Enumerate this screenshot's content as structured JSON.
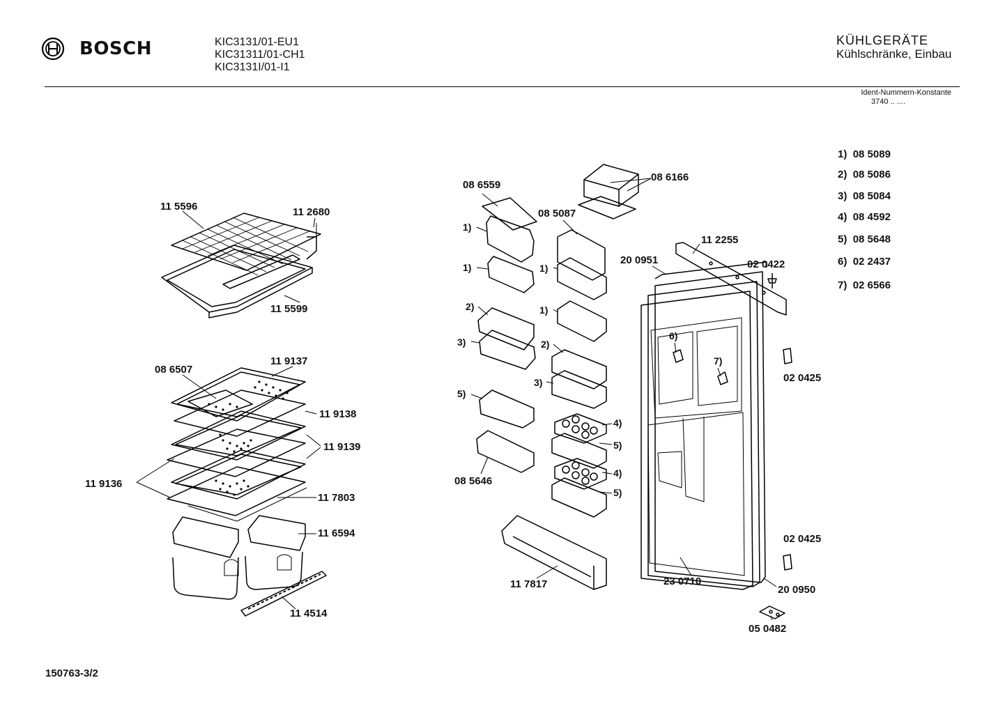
{
  "header": {
    "brand": "BOSCH",
    "models": [
      "KIC3131/01-EU1",
      "KIC31311/01-CH1",
      "KIC3131I/01-I1"
    ],
    "category_title": "KÜHLGERÄTE",
    "category_subtitle": "Kühlschränke, Einbau",
    "ident_label": "Ident-Nummern-Konstante",
    "ident_value": "3740  ..  ...."
  },
  "icons": {
    "brand_logo": "bosch-armature-icon"
  },
  "legend": [
    {
      "key": "1)",
      "part": "08 5089"
    },
    {
      "key": "2)",
      "part": "08 5086"
    },
    {
      "key": "3)",
      "part": "08 5084"
    },
    {
      "key": "4)",
      "part": "08 4592"
    },
    {
      "key": "5)",
      "part": "08 5648"
    },
    {
      "key": "6)",
      "part": "02 2437"
    },
    {
      "key": "7)",
      "part": "02 6566"
    }
  ],
  "parts": {
    "p115596": "11 5596",
    "p112680": "11 2680",
    "p115599": "11 5599",
    "p086507": "08 6507",
    "p119137": "11 9137",
    "p119138": "11 9138",
    "p119139": "11 9139",
    "p119136": "11 9136",
    "p117803": "11 7803",
    "p116594": "11 6594",
    "p114514": "11 4514",
    "p086559": "08 6559",
    "p085087": "08 5087",
    "p086166": "08 6166",
    "p112255": "11 2255",
    "p200951": "20 0951",
    "p020422": "02 0422",
    "p020425a": "02 0425",
    "p020425b": "02 0425",
    "p085646": "08 5646",
    "p117817": "11 7817",
    "p230710": "23 0710",
    "p200950": "20 0950",
    "p050482": "05 0482"
  },
  "callouts": {
    "c1a": "1)",
    "c1b": "1)",
    "c1c": "1)",
    "c1d": "1)",
    "c2a": "2)",
    "c2b": "2)",
    "c3a": "3)",
    "c3b": "3)",
    "c4a": "4)",
    "c4b": "4)",
    "c5a": "5)",
    "c5b": "5)",
    "c5c": "5)",
    "c6": "6)",
    "c7": "7)"
  },
  "footer": {
    "document_number": "150763-3/2"
  }
}
